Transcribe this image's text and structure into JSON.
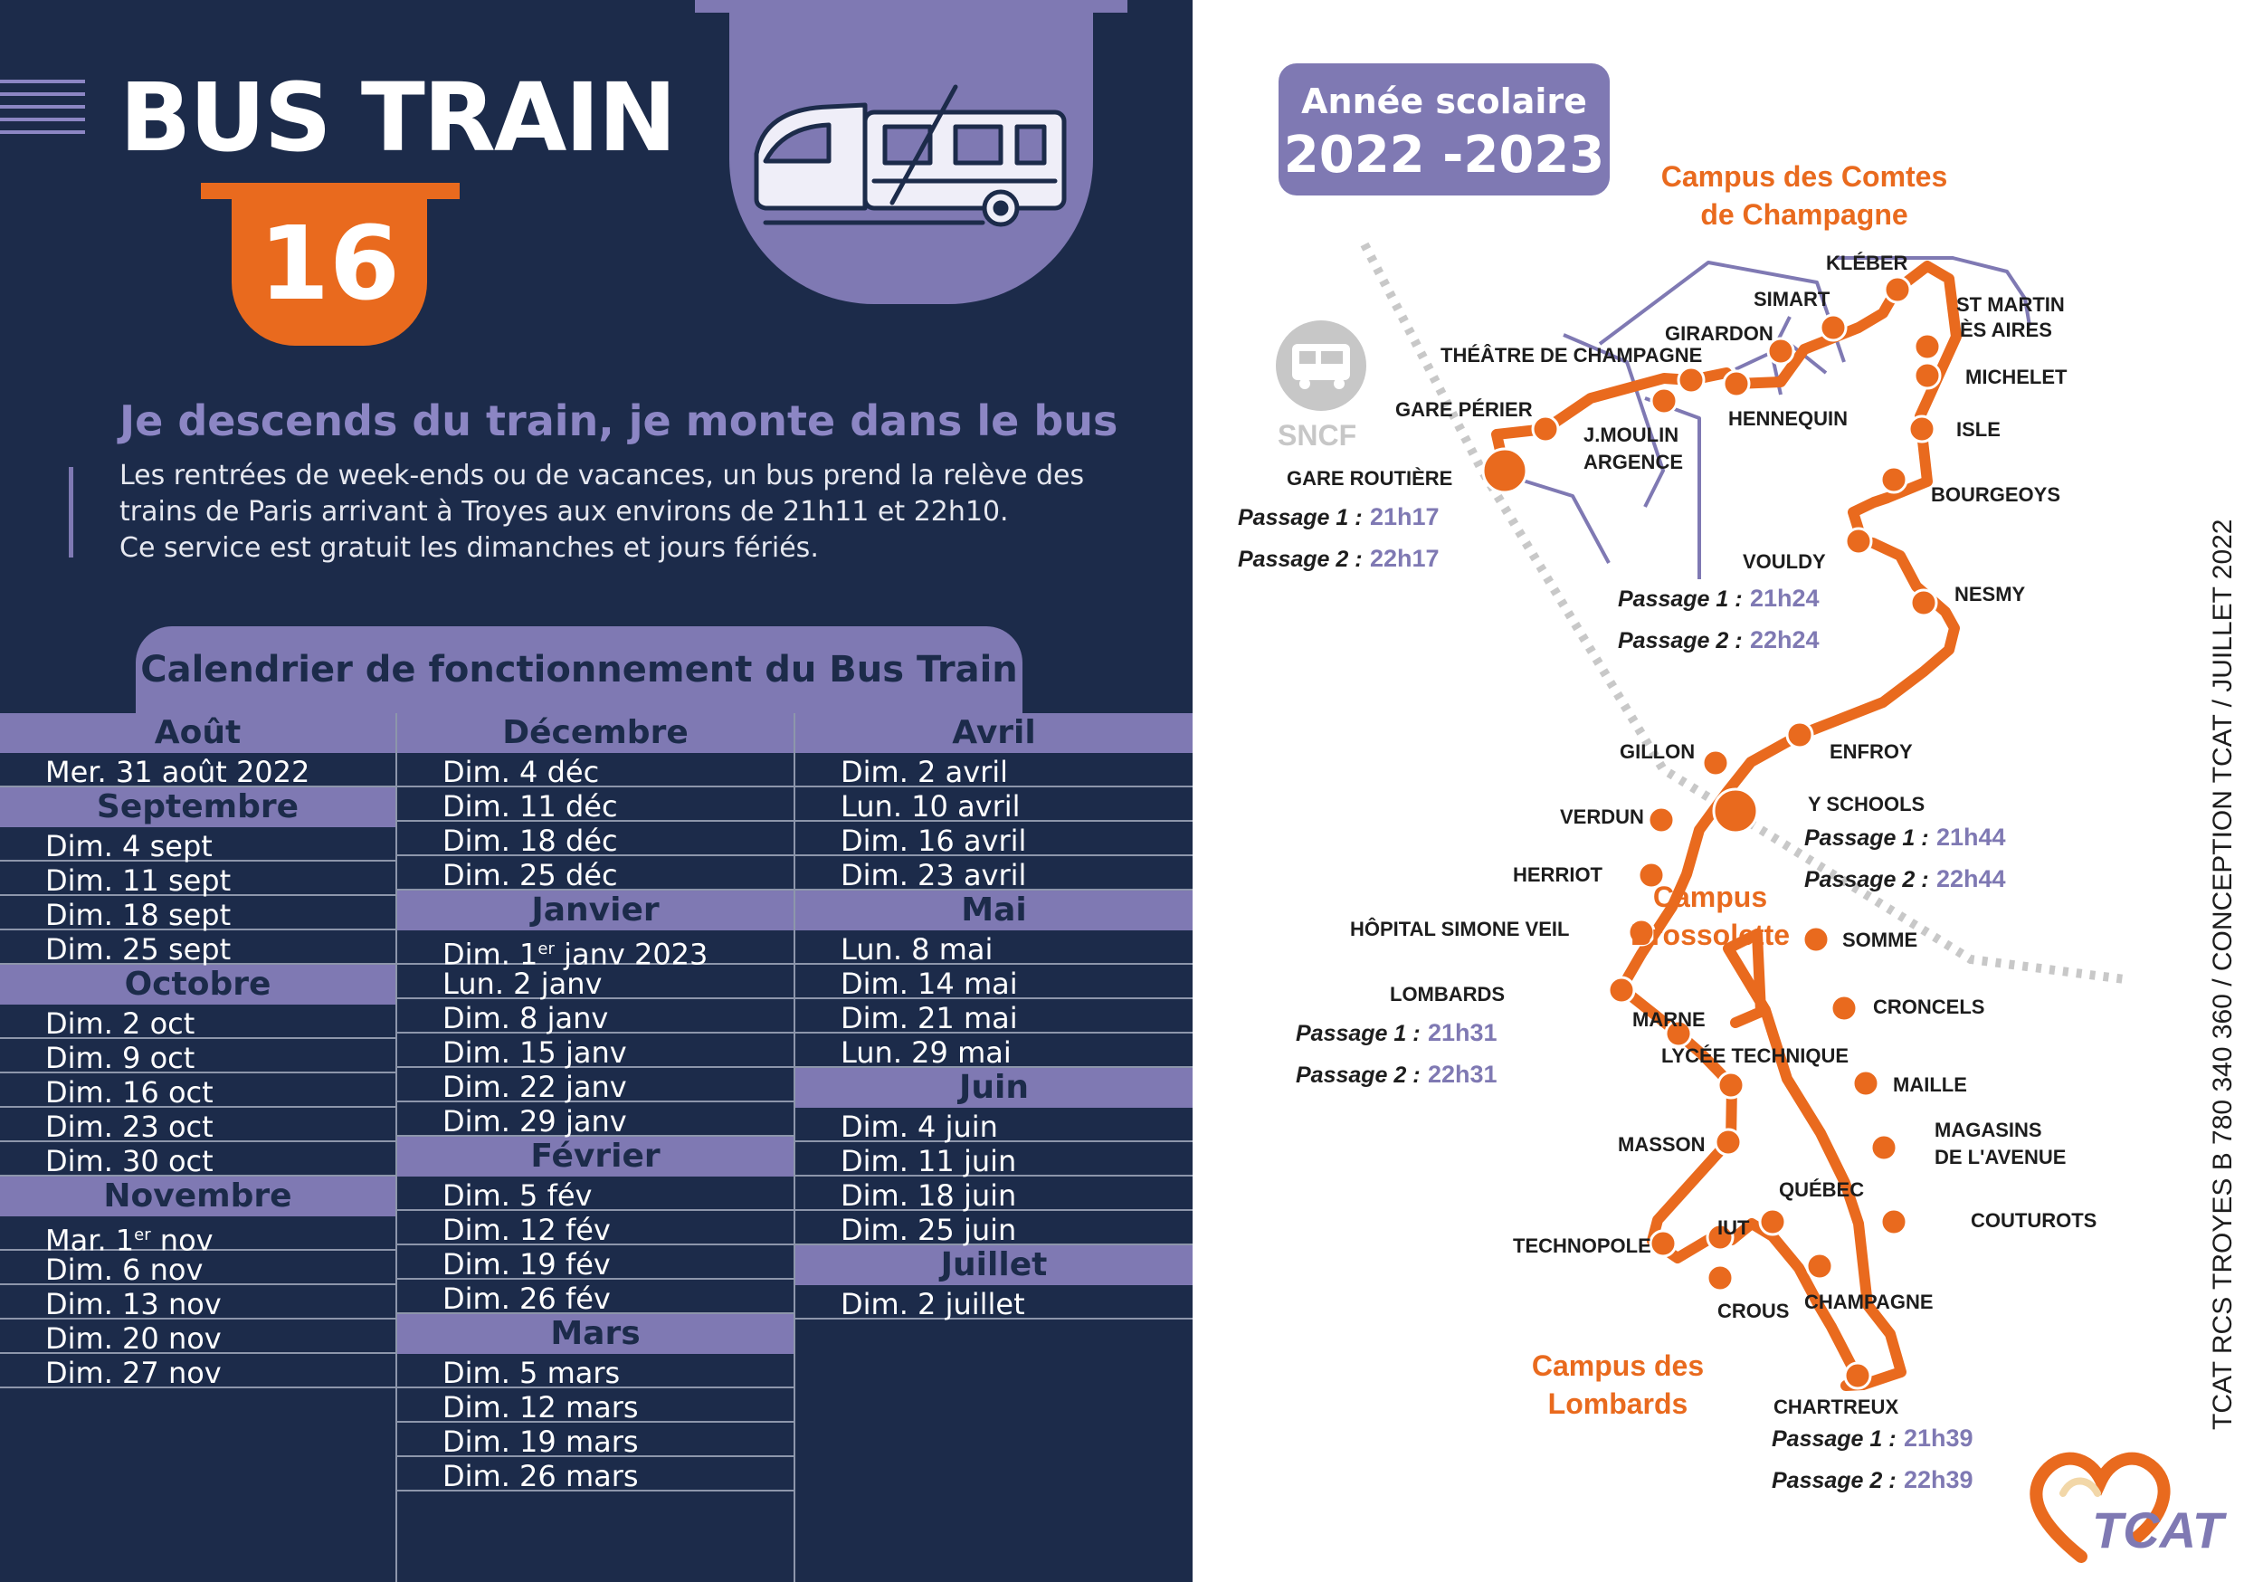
{
  "header": {
    "title": "BUS TRAIN",
    "line_number": "16",
    "subtitle": "Je descends du train, je monte dans le bus",
    "intro": [
      "Les rentrées de week-ends ou de vacances, un bus prend la relève des",
      "trains de Paris arrivant à Troyes aux environs de 21h11 et 22h10.",
      "Ce service est gratuit les dimanches et jours fériés."
    ]
  },
  "calendar": {
    "title": "Calendrier de fonctionnement du Bus Train",
    "columns": [
      [
        {
          "month": "Août",
          "dates": [
            "Mer. 31 août 2022"
          ]
        },
        {
          "month": "Septembre",
          "dates": [
            "Dim. 4 sept",
            "Dim. 11 sept",
            "Dim. 18 sept",
            "Dim. 25 sept"
          ]
        },
        {
          "month": "Octobre",
          "dates": [
            "Dim. 2 oct",
            "Dim. 9 oct",
            "Dim. 16 oct",
            "Dim. 23 oct",
            "Dim. 30 oct"
          ]
        },
        {
          "month": "Novembre",
          "dates": [
            "Mar. 1er nov",
            "Dim. 6 nov",
            "Dim. 13 nov",
            "Dim. 20 nov",
            "Dim. 27 nov"
          ]
        }
      ],
      [
        {
          "month": "Décembre",
          "dates": [
            "Dim. 4 déc",
            "Dim. 11 déc",
            "Dim. 18 déc",
            "Dim. 25 déc"
          ]
        },
        {
          "month": "Janvier",
          "dates": [
            "Dim. 1er janv 2023",
            "Lun. 2 janv",
            "Dim. 8 janv",
            "Dim. 15 janv",
            "Dim. 22 janv",
            "Dim. 29 janv"
          ]
        },
        {
          "month": "Février",
          "dates": [
            "Dim. 5 fév",
            "Dim. 12 fév",
            "Dim. 19 fév",
            "Dim. 26 fév"
          ]
        },
        {
          "month": "Mars",
          "dates": [
            "Dim. 5 mars",
            "Dim. 12 mars",
            "Dim. 19 mars",
            "Dim. 26 mars"
          ]
        }
      ],
      [
        {
          "month": "Avril",
          "dates": [
            "Dim. 2 avril",
            "Lun. 10 avril",
            "Dim. 16 avril",
            "Dim. 23 avril"
          ]
        },
        {
          "month": "Mai",
          "dates": [
            "Lun. 8 mai",
            "Dim. 14 mai",
            "Dim. 21 mai",
            "Lun. 29 mai"
          ]
        },
        {
          "month": "Juin",
          "dates": [
            "Dim. 4 juin",
            "Dim. 11 juin",
            "Dim. 18 juin",
            "Dim. 25 juin"
          ]
        },
        {
          "month": "Juillet",
          "dates": [
            "Dim. 2 juillet"
          ]
        }
      ]
    ]
  },
  "map": {
    "year_label": "Année scolaire",
    "year": "2022 -2023",
    "sncf_label": "SNCF",
    "campuses": {
      "comtes_1": "Campus des Comtes",
      "comtes_2": "de Champagne",
      "brossolette_1": "Campus",
      "brossolette_2": "Brossolette",
      "lombards_1": "Campus des",
      "lombards_2": "Lombards"
    },
    "stops": {
      "gare_perier": "GARE PÉRIER",
      "theatre": "THÉÂTRE DE CHAMPAGNE",
      "jmoulin_1": "J.MOULIN",
      "jmoulin_2": "ARGENCE",
      "girardon": "GIRARDON",
      "simart": "SIMART",
      "hennequin": "HENNEQUIN",
      "kleber": "KLÉBER",
      "stmartin_1": "ST MARTIN",
      "stmartin_2": "ÈS AIRES",
      "michelet": "MICHELET",
      "isle": "ISLE",
      "bourgeoys": "BOURGEOYS",
      "nesmy": "NESMY",
      "enfroy": "ENFROY",
      "gillon": "GILLON",
      "verdun": "VERDUN",
      "herriot": "HERRIOT",
      "hopital": "HÔPITAL SIMONE VEIL",
      "somme": "SOMME",
      "croncels": "CRONCELS",
      "maille": "MAILLE",
      "magasins_1": "MAGASINS",
      "magasins_2": "DE L'AVENUE",
      "couturots": "COUTUROTS",
      "marne": "MARNE",
      "lycee": "LYCÉE TECHNIQUE",
      "masson": "MASSON",
      "technopole": "TECHNOPOLE",
      "iut": "IUT",
      "quebec": "QUÉBEC",
      "crous": "CROUS",
      "champagne": "CHAMPAGNE"
    },
    "timed_stops": {
      "gare_routiere": {
        "name": "GARE ROUTIÈRE",
        "p1_label": "Passage 1 :",
        "p1": "21h17",
        "p2_label": "Passage 2 :",
        "p2": "22h17"
      },
      "vouldy": {
        "name": "VOULDY",
        "p1_label": "Passage 1 :",
        "p1": "21h24",
        "p2_label": "Passage 2 :",
        "p2": "22h24"
      },
      "yschools": {
        "name": "Y SCHOOLS",
        "p1_label": "Passage 1 :",
        "p1": "21h44",
        "p2_label": "Passage 2 :",
        "p2": "22h44"
      },
      "lombards": {
        "name": "LOMBARDS",
        "p1_label": "Passage 1 :",
        "p1": "21h31",
        "p2_label": "Passage 2 :",
        "p2": "22h31"
      },
      "chartreux": {
        "name": "CHARTREUX",
        "p1_label": "Passage 1 :",
        "p1": "21h39",
        "p2_label": "Passage 2 :",
        "p2": "22h39"
      }
    },
    "side_text": "TCAT RCS TROYES B 780 340 360  /  CONCEPTION TCAT / JUILLET 2022",
    "logo_text": "TCAT"
  },
  "colors": {
    "navy": "#1c2b4a",
    "purple": "#7f79b3",
    "orange": "#e96a1e"
  }
}
